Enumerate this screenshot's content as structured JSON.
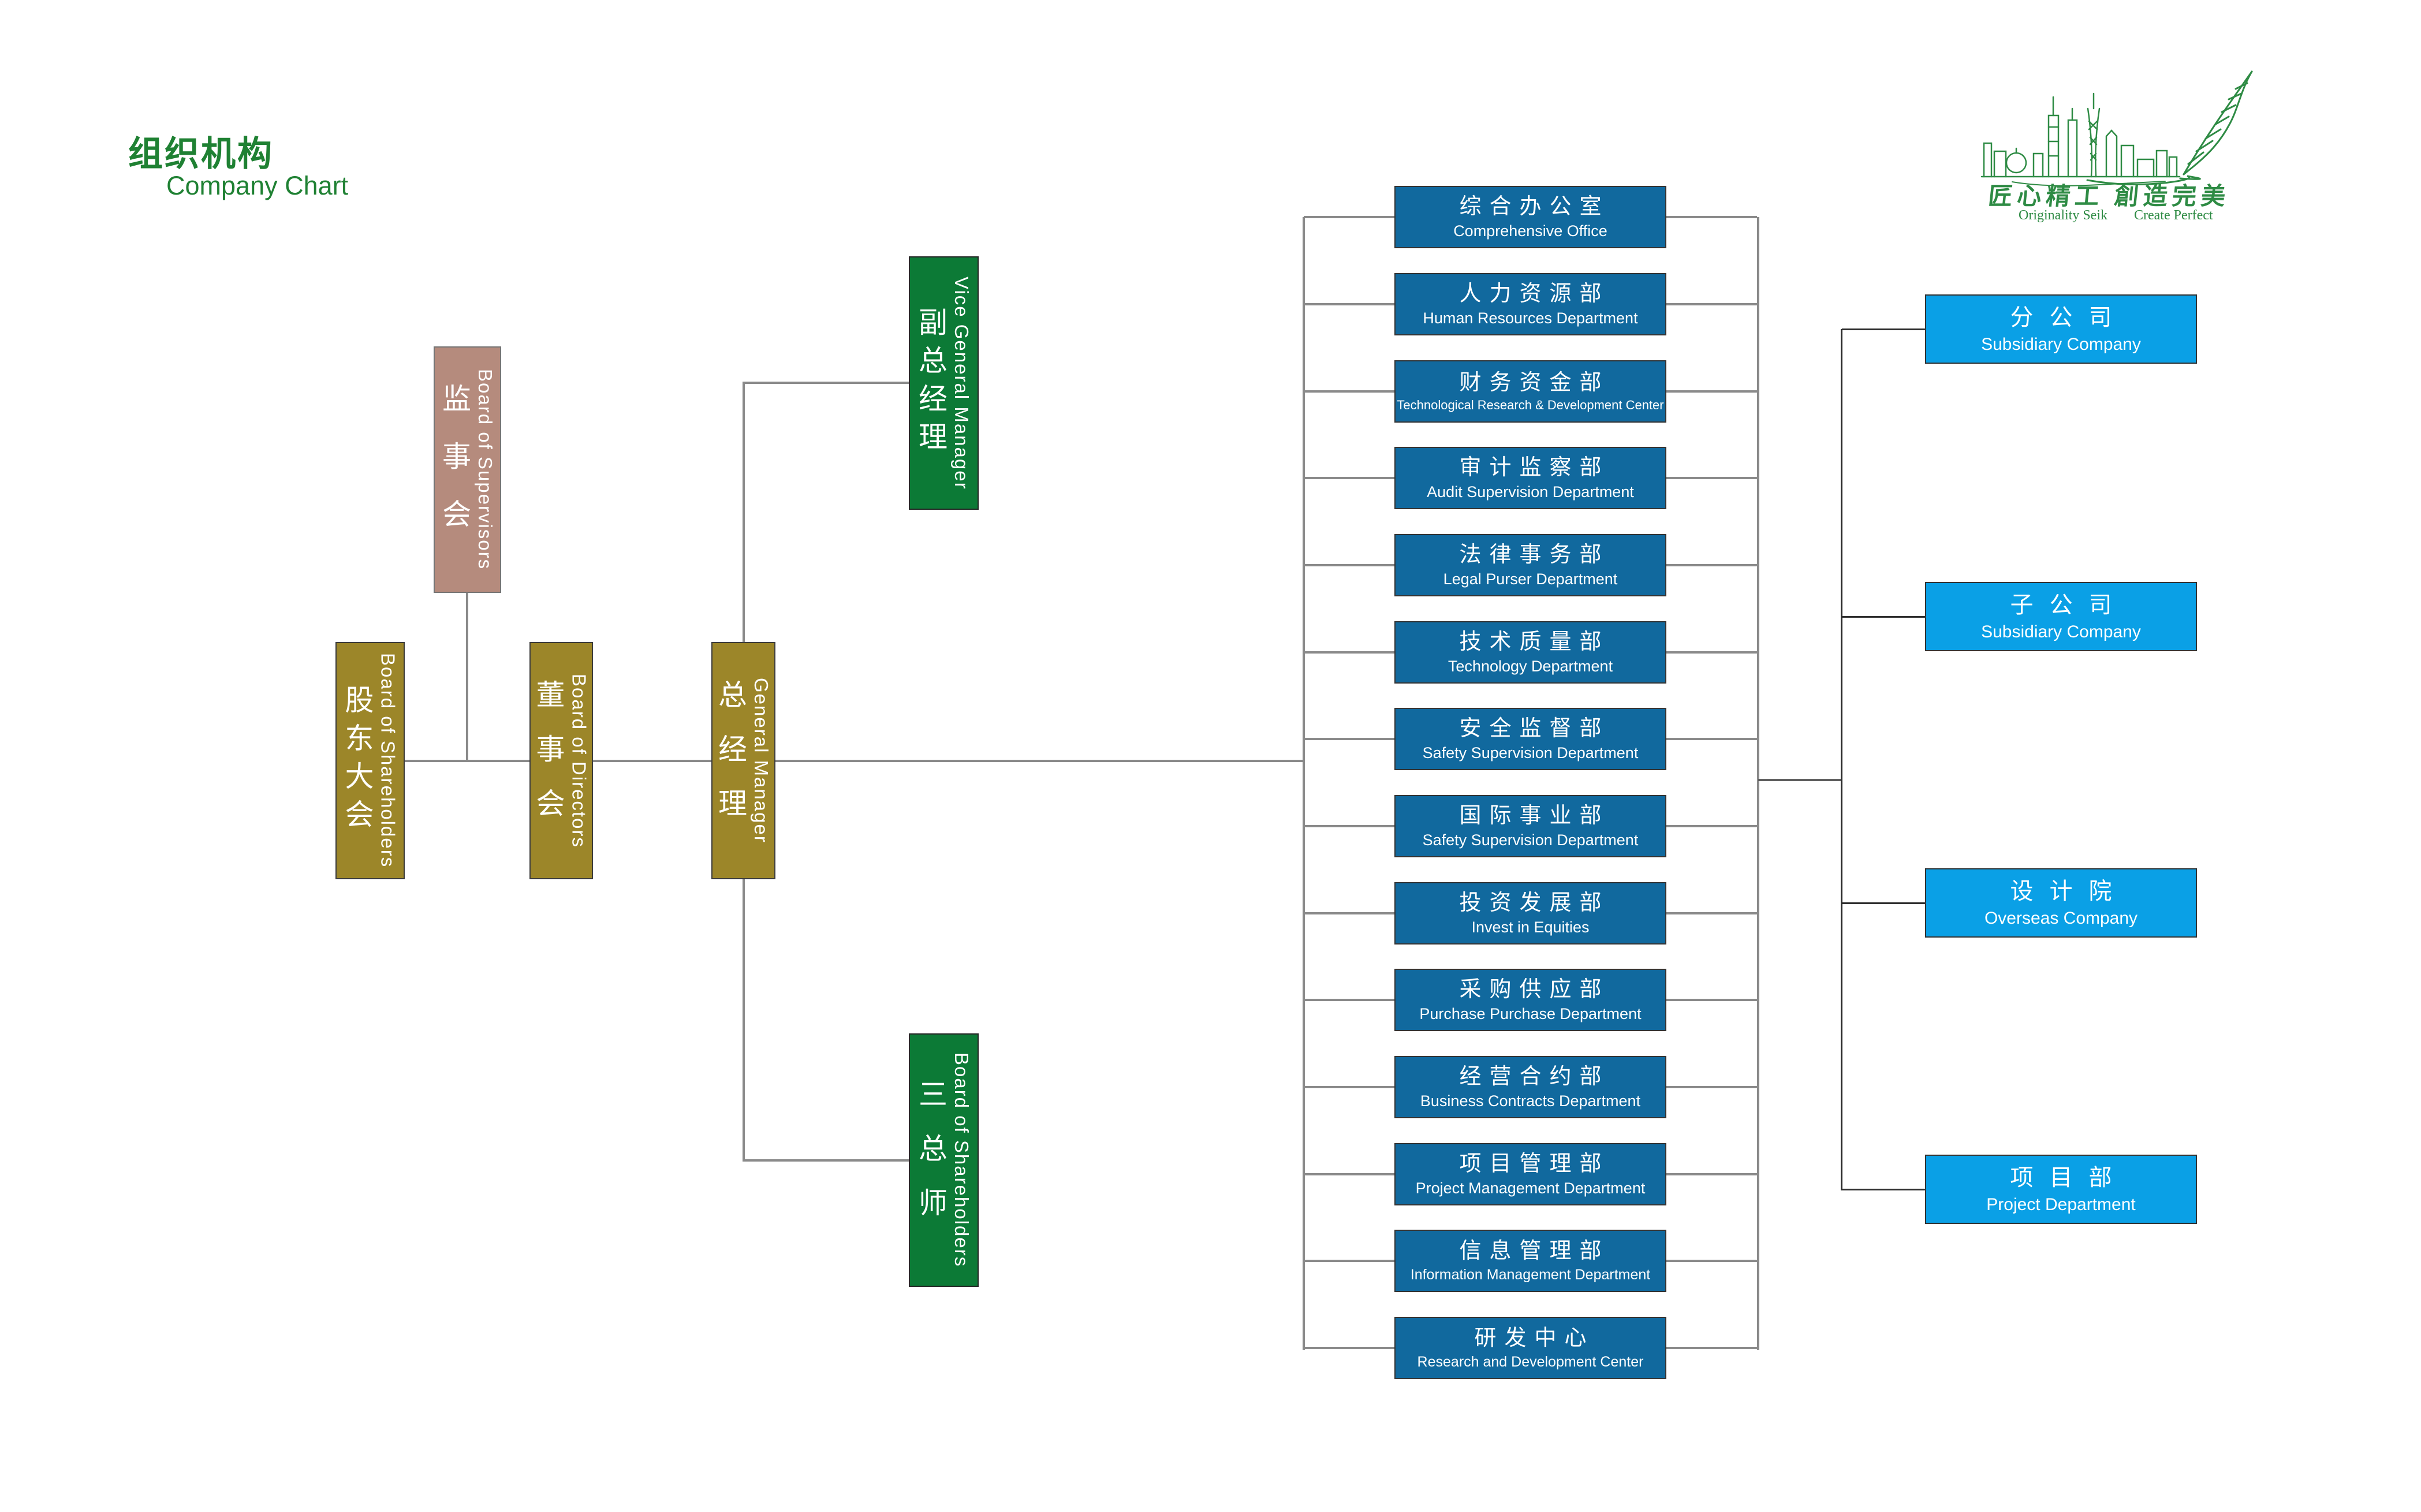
{
  "page_title": {
    "zh": "组织机构",
    "en": "Company Chart"
  },
  "logo": {
    "slogan_zh": "匠心精工 創造完美",
    "slogan_en_1": "Originality Seik",
    "slogan_en_2": "Create Perfect"
  },
  "governance": [
    {
      "key": "board-of-supervisors",
      "zh": "监事会",
      "en": "Board of Supervisors"
    },
    {
      "key": "shareholders-meeting",
      "zh": "股东大会",
      "en": "Board of Shareholders"
    },
    {
      "key": "board-of-directors",
      "zh": "董事会",
      "en": "Board of Directors"
    },
    {
      "key": "general-manager",
      "zh": "总经理",
      "en": "General Manager"
    },
    {
      "key": "vice-general-manager",
      "zh": "副总经理",
      "en": "Vice General Manager"
    },
    {
      "key": "three-chief-engineers",
      "zh": "三总师",
      "en": "Board of Shareholders"
    }
  ],
  "departments": [
    {
      "key": "comprehensive-office",
      "zh": "综合办公室",
      "en": "Comprehensive Office"
    },
    {
      "key": "human-resources",
      "zh": "人力资源部",
      "en": "Human Resources Department"
    },
    {
      "key": "finance-treasury",
      "zh": "财务资金部",
      "en": "Technological Research & Development Center"
    },
    {
      "key": "audit-supervision",
      "zh": "审计监察部",
      "en": "Audit Supervision Department"
    },
    {
      "key": "legal-affairs",
      "zh": "法律事务部",
      "en": "Legal Purser Department"
    },
    {
      "key": "technology-quality",
      "zh": "技术质量部",
      "en": "Technology Department"
    },
    {
      "key": "safety-supervision",
      "zh": "安全监督部",
      "en": "Safety Supervision Department"
    },
    {
      "key": "international-business",
      "zh": "国际事业部",
      "en": "Safety Supervision Department"
    },
    {
      "key": "investment-development",
      "zh": "投资发展部",
      "en": "Invest in Equities"
    },
    {
      "key": "procurement-supply",
      "zh": "采购供应部",
      "en": "Purchase Purchase Department"
    },
    {
      "key": "business-contracts",
      "zh": "经营合约部",
      "en": "Business Contracts Department"
    },
    {
      "key": "project-management",
      "zh": "项目管理部",
      "en": "Project Management Department"
    },
    {
      "key": "information-management",
      "zh": "信息管理部",
      "en": "Information Management Department"
    },
    {
      "key": "rd-center",
      "zh": "研发中心",
      "en": "Research and Development Center"
    }
  ],
  "affiliates": [
    {
      "key": "branch-company",
      "zh": "分公司",
      "en": "Subsidiary Company"
    },
    {
      "key": "subsidiary-company",
      "zh": "子公司",
      "en": "Subsidiary Company"
    },
    {
      "key": "design-institute",
      "zh": "设计院",
      "en": "Overseas Company"
    },
    {
      "key": "project-department",
      "zh": "项目部",
      "en": "Project Department"
    }
  ],
  "colors": {
    "accent_green": "#1f8133",
    "logo_green": "#2e8b44",
    "mauve": "#b58b7d",
    "olive": "#9c8629",
    "dark_green": "#0c7a36",
    "dept_blue": "#11699e",
    "affiliate_blue": "#0aa0e6",
    "line_gray": "#8a8a8a",
    "line_dark": "#2e2e2e",
    "box_text": "#ffffff"
  }
}
